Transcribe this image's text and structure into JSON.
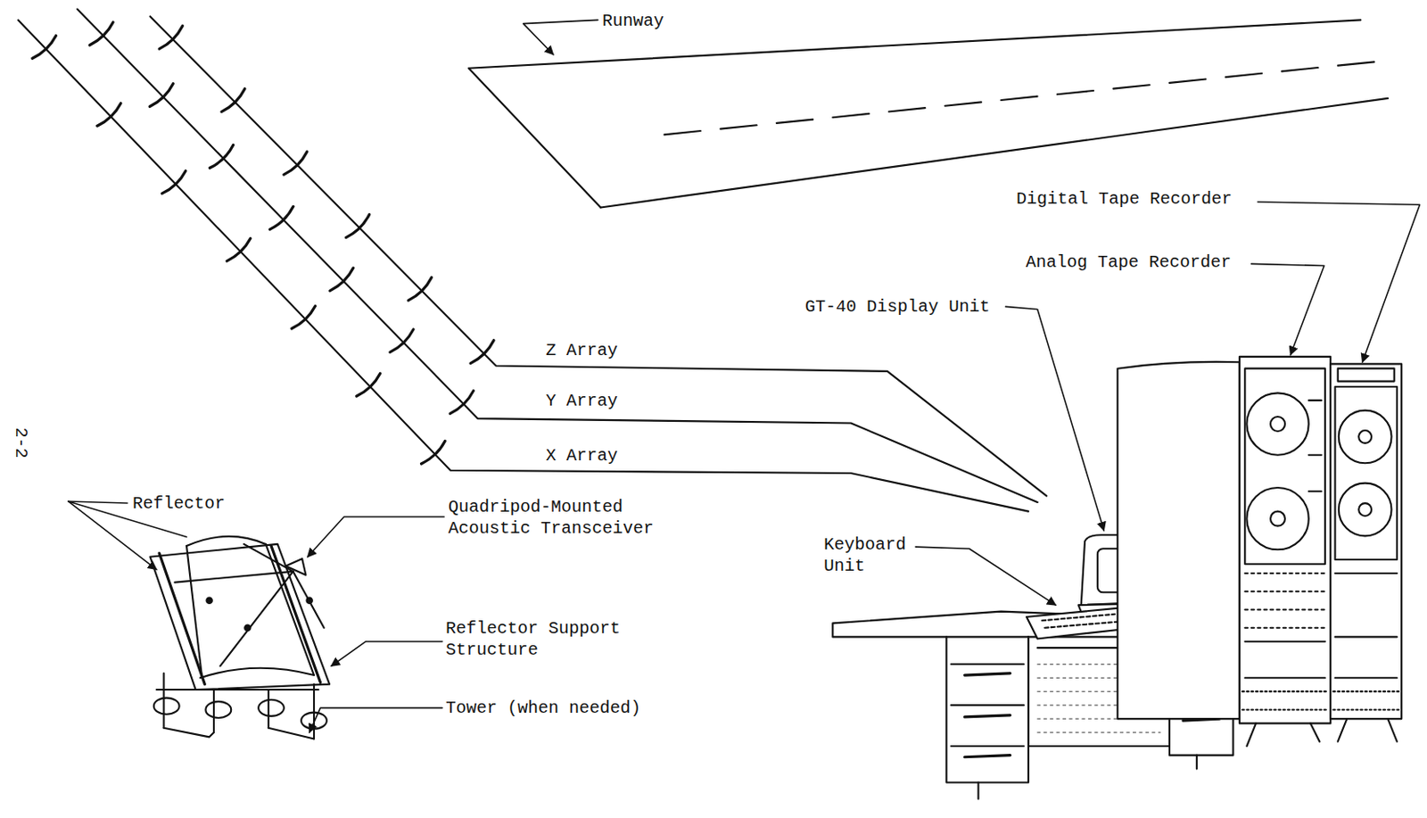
{
  "diagram": {
    "labels": [
      "Runway",
      "Digital Tape Recorder",
      "Analog Tape Recorder",
      "GT-40 Display Unit",
      "Z Array",
      "Y Array",
      "X Array",
      "Reflector",
      "Quadripod-Mounted Acoustic Transceiver",
      "Reflector Support Structure",
      "Tower (when needed)",
      "Keyboard Unit",
      "2-2"
    ]
  }
}
